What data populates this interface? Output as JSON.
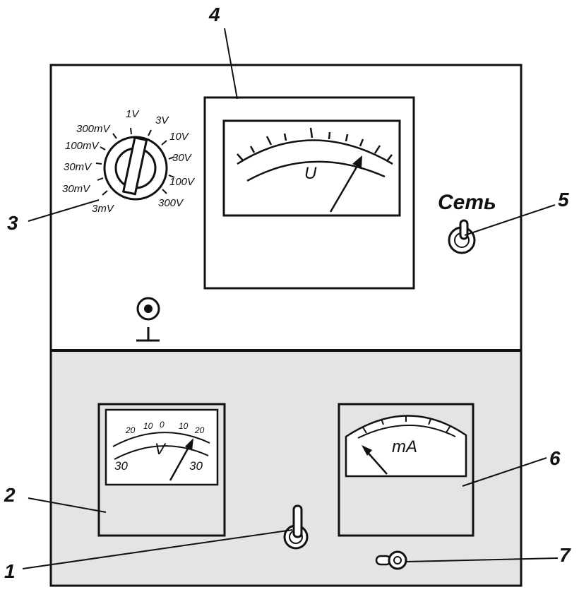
{
  "callouts": {
    "c1": "1",
    "c2": "2",
    "c3": "3",
    "c4": "4",
    "c5": "5",
    "c6": "6",
    "c7": "7"
  },
  "power_label": "Сеть",
  "range_switch": {
    "labels": [
      "3mV",
      "30mV",
      "30mV",
      "100mV",
      "300mV",
      "1V",
      "3V",
      "10V",
      "30V",
      "100V",
      "300V"
    ]
  },
  "main_meter": {
    "unit": "U"
  },
  "voltmeter": {
    "unit": "V",
    "scale": [
      "20",
      "10",
      "0",
      "10",
      "20"
    ],
    "left_end": "30",
    "right_end": "30"
  },
  "milliammeter": {
    "unit": "mA"
  },
  "ground_symbol": "⊥",
  "colors": {
    "ink": "#111111",
    "panel_lower": "#e4e4e4",
    "paper": "#ffffff"
  }
}
